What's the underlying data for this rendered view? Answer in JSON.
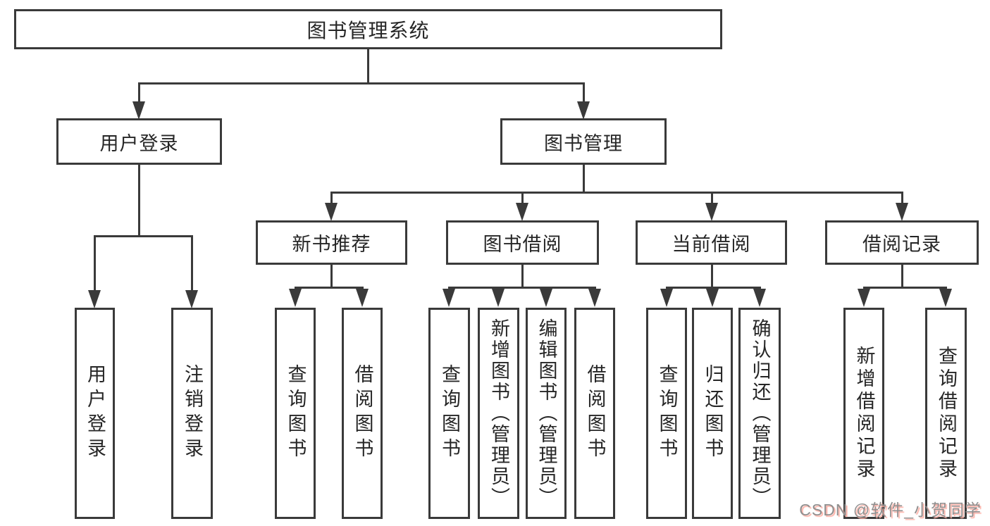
{
  "tree": {
    "root": {
      "label": "图书管理系统",
      "children": [
        {
          "label": "用户登录",
          "children": [
            {
              "label": "用户登录"
            },
            {
              "label": "注销登录"
            }
          ]
        },
        {
          "label": "图书管理",
          "children": [
            {
              "label": "新书推荐",
              "children": [
                {
                  "label": "查询图书"
                },
                {
                  "label": "借阅图书"
                }
              ]
            },
            {
              "label": "图书借阅",
              "children": [
                {
                  "label": "查询图书"
                },
                {
                  "label": "新增图书（管理员）"
                },
                {
                  "label": "编辑图书（管理员）"
                },
                {
                  "label": "借阅图书"
                }
              ]
            },
            {
              "label": "当前借阅",
              "children": [
                {
                  "label": "查询图书"
                },
                {
                  "label": "归还图书"
                },
                {
                  "label": "确认归还（管理员）"
                }
              ]
            },
            {
              "label": "借阅记录",
              "children": [
                {
                  "label": "新增借阅记录"
                },
                {
                  "label": "查询借阅记录"
                }
              ]
            }
          ]
        }
      ]
    }
  },
  "watermark": {
    "text": "CSDN @软件_小贺同学"
  },
  "colors": {
    "line": "#3a3a3a",
    "text": "#262626",
    "background": "#ffffff",
    "watermark_text": "#8f8f8f",
    "watermark_shadow": "#ffb0a6"
  }
}
